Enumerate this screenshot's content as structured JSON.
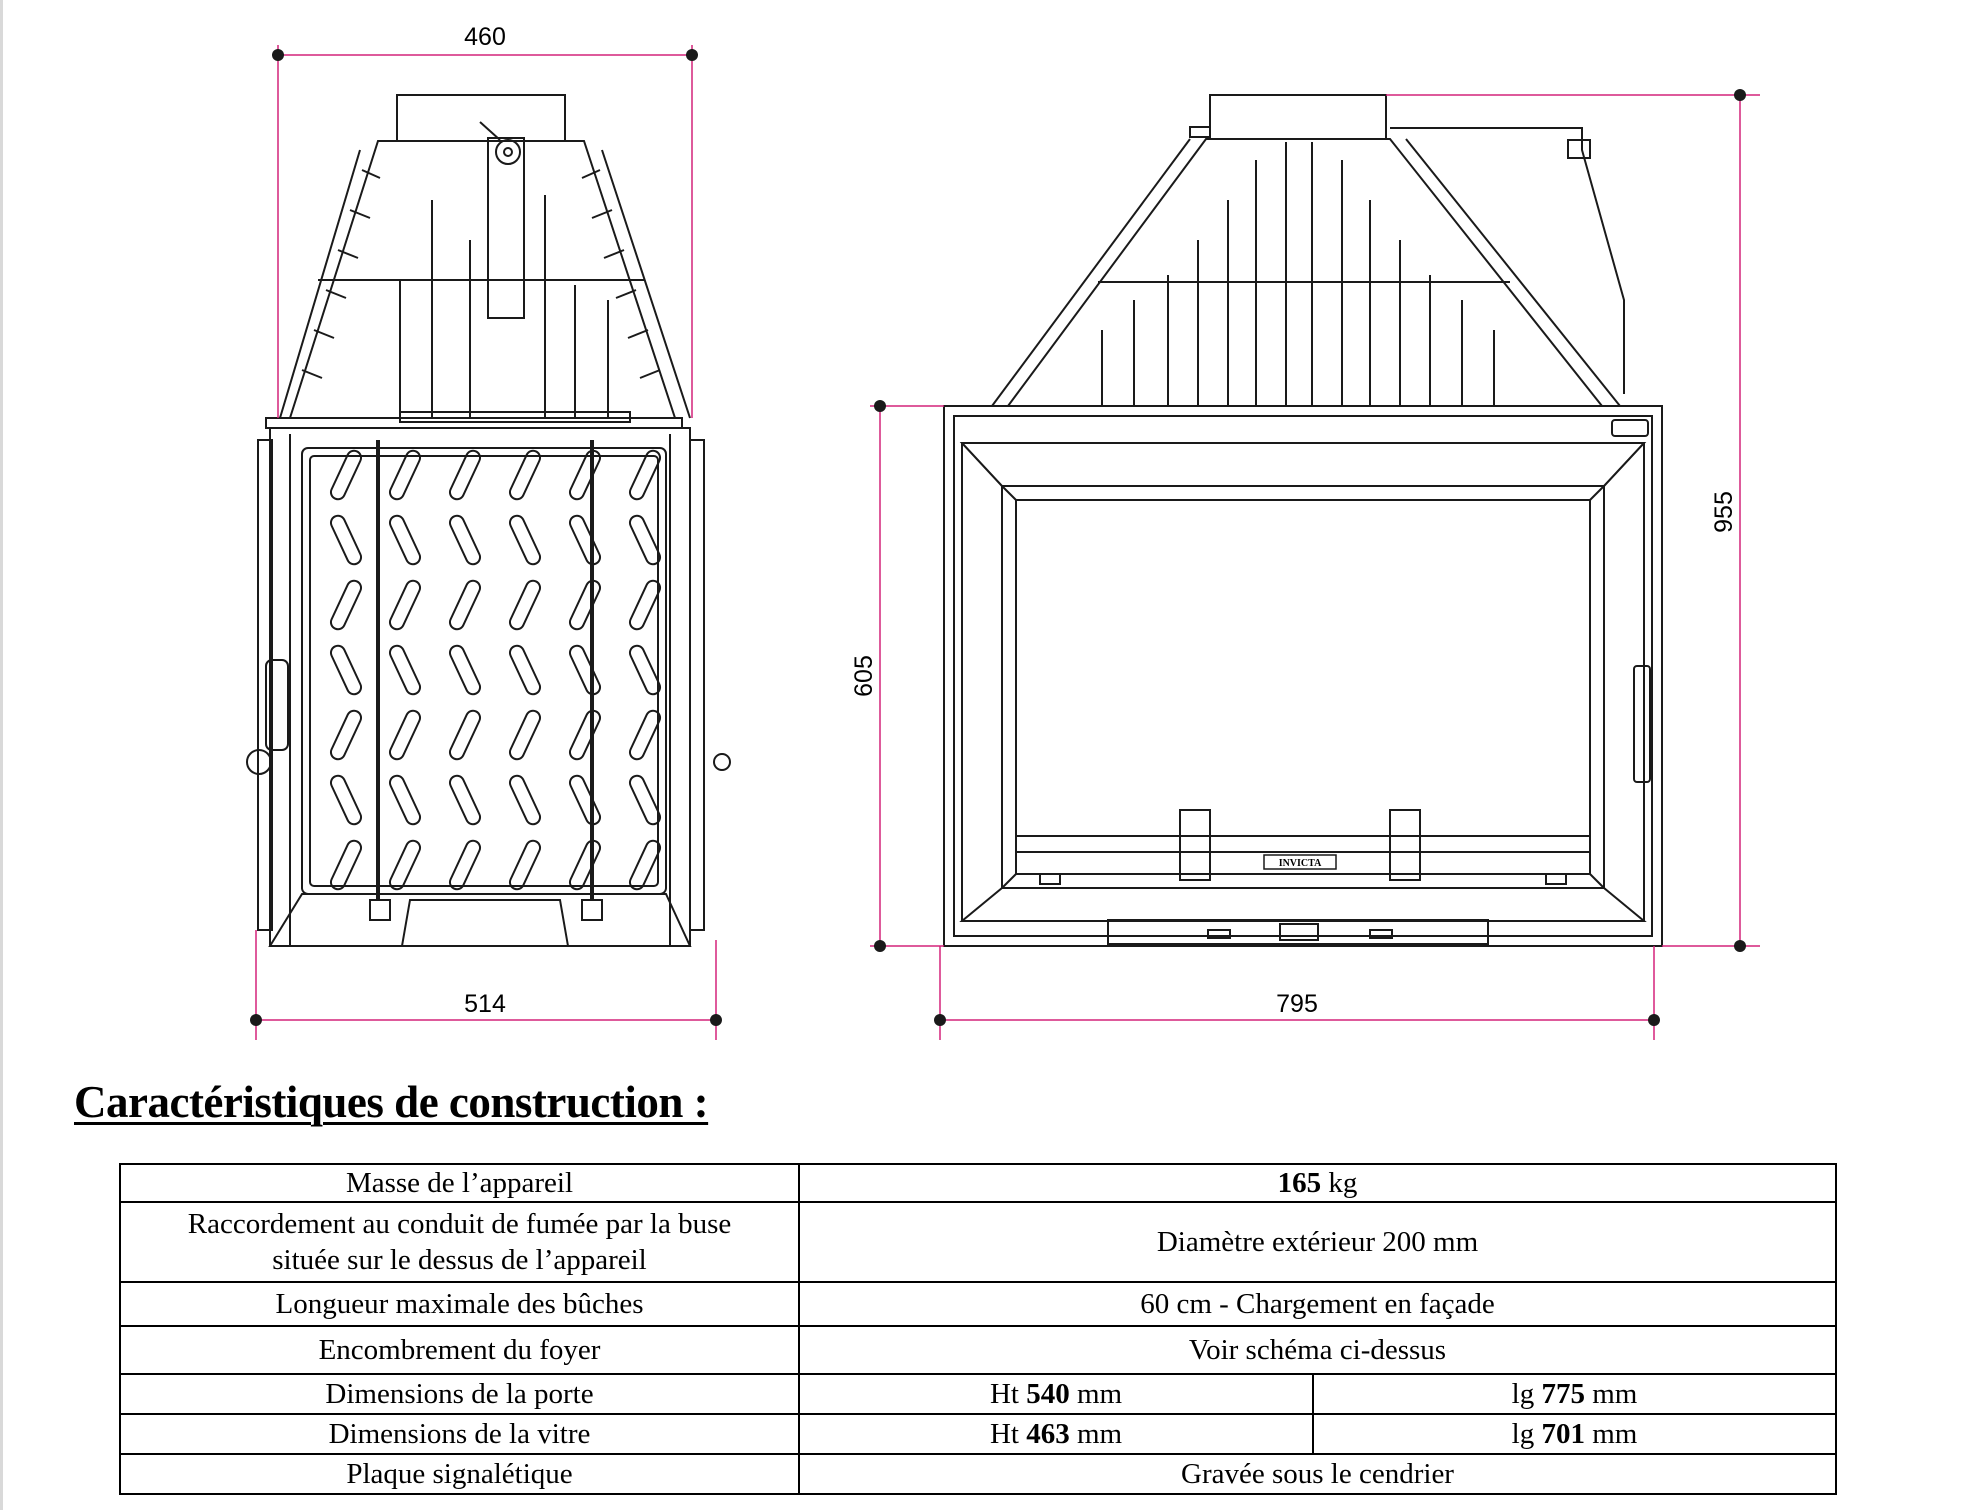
{
  "dimensions": {
    "top_width": "460",
    "bottom_width_side": "514",
    "bottom_width_front": "795",
    "height_body": "605",
    "height_total": "955"
  },
  "brand_logo": "INVICTA",
  "heading": "Caractéristiques de construction :",
  "specs": {
    "rows": [
      {
        "label": "Masse de l’appareil",
        "value_bold": "165",
        "value_suffix": " kg"
      },
      {
        "label_line1": "Raccordement au conduit de fumée par la buse",
        "label_line2": "située sur le dessus de l’appareil",
        "value": "Diamètre extérieur 200 mm"
      },
      {
        "label": "Longueur maximale des bûches",
        "value": "60 cm - Chargement en façade"
      },
      {
        "label": "Encombrement du foyer",
        "value": "Voir schéma ci-dessus"
      },
      {
        "label": "Dimensions de la porte",
        "ht_prefix": "Ht ",
        "ht_bold": "540",
        "ht_suffix": " mm",
        "lg_prefix": "lg ",
        "lg_bold": "775",
        "lg_suffix": " mm"
      },
      {
        "label": "Dimensions de la vitre",
        "ht_prefix": "Ht ",
        "ht_bold": "463",
        "ht_suffix": " mm",
        "lg_prefix": "lg ",
        "lg_bold": "701",
        "lg_suffix": " mm"
      },
      {
        "label": "Plaque signalétique",
        "value": "Gravée sous le cendrier"
      }
    ]
  },
  "colors": {
    "dimension_line": "#d4237a",
    "ink": "#000000"
  }
}
